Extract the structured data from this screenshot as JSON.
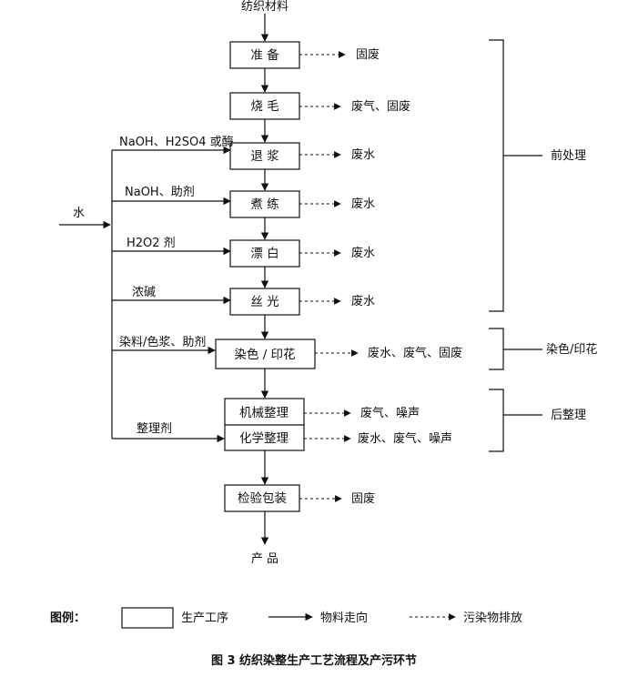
{
  "diagram": {
    "input_label": "纺织材料",
    "water_label": "水",
    "output_label": "产  品",
    "steps": [
      {
        "label": "准 备",
        "output": "固废"
      },
      {
        "label": "烧 毛",
        "output": "废气、固废"
      },
      {
        "label": "退 浆",
        "output": "废水",
        "input": "NaOH、H2SO4 或酶"
      },
      {
        "label": "煮 练",
        "output": "废水",
        "input": "NaOH、助剂"
      },
      {
        "label": "漂 白",
        "output": "废水",
        "input": "H2O2 剂"
      },
      {
        "label": "丝 光",
        "output": "废水",
        "input": "浓碱"
      },
      {
        "label": "染色 / 印花",
        "output": "废水、废气、固废",
        "input": "染料/色浆、助剂"
      },
      {
        "label": "机械整理",
        "output": "废气、噪声"
      },
      {
        "label": "化学整理",
        "output": "废水、废气、噪声",
        "input": "整理剂"
      },
      {
        "label": "检验包装",
        "output": "固废"
      }
    ],
    "groups": [
      {
        "label": "前处理"
      },
      {
        "label": "染色/印花"
      },
      {
        "label": "后整理"
      }
    ]
  },
  "legend": {
    "title": "图例：",
    "process": "生产工序",
    "material_flow": "物料走向",
    "pollutant": "污染物排放"
  },
  "caption": "图 3   纺织染整生产工艺流程及产污环节"
}
